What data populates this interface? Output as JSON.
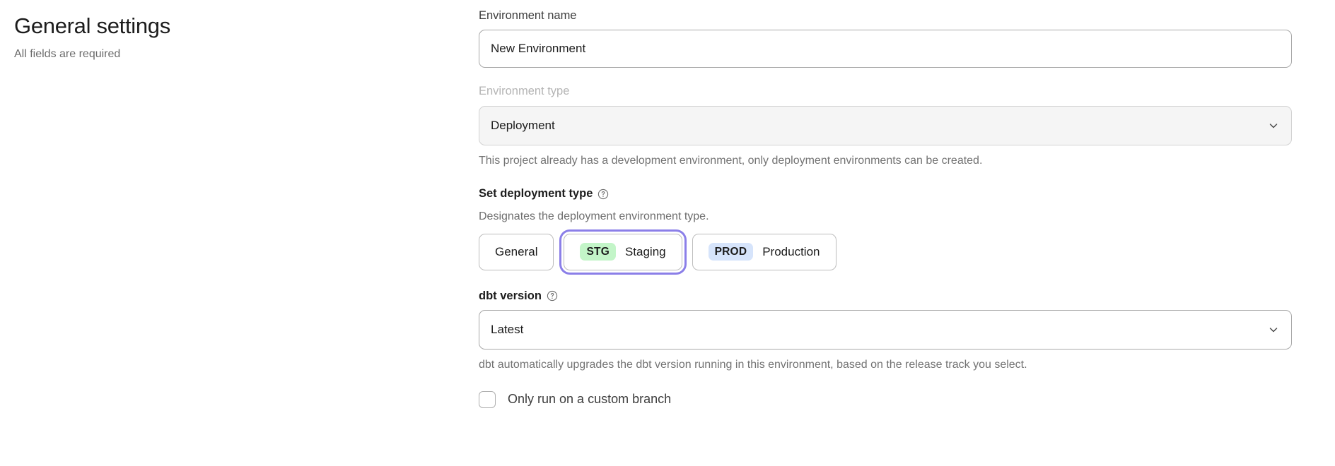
{
  "header": {
    "title": "General settings",
    "subtitle": "All fields are required"
  },
  "form": {
    "environment_name": {
      "label": "Environment name",
      "value": "New Environment",
      "placeholder": "Environment name"
    },
    "environment_type": {
      "label": "Environment type",
      "value": "Deployment",
      "disabled_helper": "This project already has a development environment, only deployment environments can be created.",
      "chevron_icon": "chevron-down-icon"
    },
    "deployment_type": {
      "label": "Set deployment type",
      "help_icon": "help-circle-icon",
      "description": "Designates the deployment environment type.",
      "options": [
        {
          "badge": "",
          "label": "General",
          "badge_color": "",
          "selected": false
        },
        {
          "badge": "STG",
          "label": "Staging",
          "badge_color": "#c3f5c8",
          "selected": true
        },
        {
          "badge": "PROD",
          "label": "Production",
          "badge_color": "#d6e4fb",
          "selected": false
        }
      ]
    },
    "dbt_version": {
      "label": "dbt version",
      "help_icon": "help-circle-icon",
      "value": "Latest",
      "helper": "dbt automatically upgrades the dbt version running in this environment, based on the release track you select.",
      "chevron_icon": "chevron-down-icon"
    },
    "custom_branch": {
      "label": "Only run on a custom branch",
      "checked": false
    }
  },
  "colors": {
    "focus_ring": "#8b7fe8",
    "stg_badge": "#c3f5c8",
    "prod_badge": "#d6e4fb"
  }
}
